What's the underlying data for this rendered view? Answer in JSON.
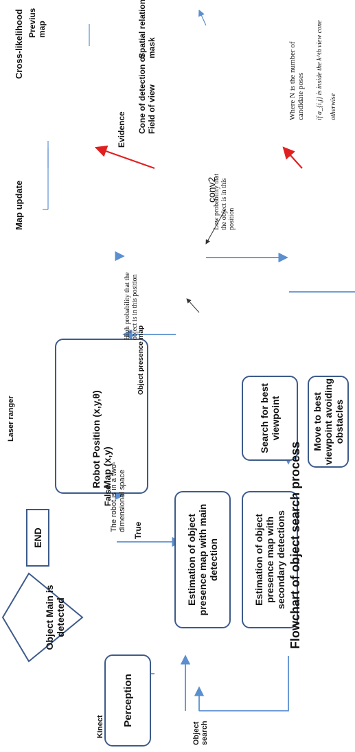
{
  "title": "Flowchart of object search process",
  "nodes": {
    "perception": "Perception",
    "decision": "Object Main is detected",
    "end": "END",
    "robot_position": "Robot Position (x,y,θ)",
    "map_xy": "Map (x,y)",
    "main_detection": "Estimation of object presence map with main detection",
    "secondary_detection": "Estimation of object presence map with secondary detections",
    "search_viewpoint": "Search for best viewpoint",
    "move_viewpoint": "Move to best viewpoint avoiding obstacles"
  },
  "edge_labels": {
    "true": "True",
    "false": "False"
  },
  "sensors": {
    "kinect": "Kinect",
    "object_search": "Object search",
    "laser": "Laser ranger"
  },
  "annotations": {
    "two_dim_space": "The robot is in a two-dimensional space",
    "presence_map_caption": "Object presence map",
    "high_prob": "High probability that the object is in this position",
    "low_prob": "Low probability that the object is in this position",
    "map_update": "Map update",
    "cross_likelihood": "Cross-likelihood",
    "previous_map": "Previus map",
    "evidence": "Evidence",
    "cone_detection": "Cone of detection or Field of view",
    "spatial_relation": "Spatial relation mask",
    "conv2": "conv2",
    "where_n": "Where N is the number of candidate poses",
    "v_cond1": "if a_{i,j} is inside the k^th view cone",
    "v_cond2": "otherwise"
  },
  "colors": {
    "box_border": "#3c5a8a",
    "arrow_blue": "#5b8fcf",
    "arrow_red": "#e02020"
  }
}
